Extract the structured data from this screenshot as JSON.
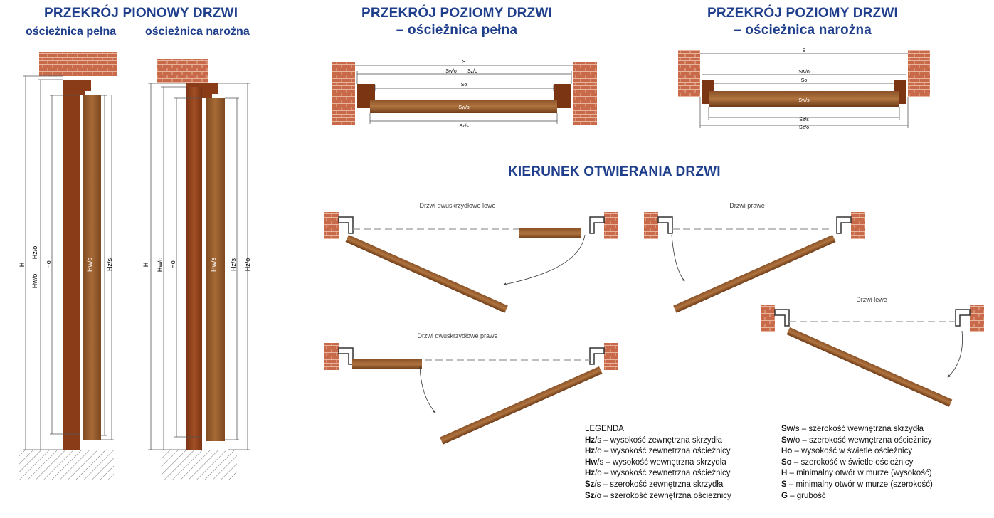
{
  "vertical": {
    "title": "PRZEKRÓJ PIONOWY DRZWI",
    "sub_full": "ościeżnica pełna",
    "sub_corner": "ościeżnica narożna",
    "full_labels": {
      "H": "H",
      "hzo": "Hz/o",
      "hwo": "Hw/o",
      "ho": "Ho",
      "hws": "Hw/s",
      "hzs": "Hz/s"
    },
    "corner_labels": {
      "H": "H",
      "hwo": "Hw/o",
      "ho": "Ho",
      "hws": "Hw/s",
      "hzs": "Hz/s",
      "hzo": "Hz/o"
    }
  },
  "horizontal_full": {
    "title_line1": "PRZEKRÓJ POZIOMY DRZWI",
    "title_line2": "– ościeżnica pełna",
    "labels": {
      "s": "S",
      "swo": "Sw/o",
      "szo": "Sz/o",
      "so": "So",
      "sws": "Sw/s",
      "szs": "Sz/s"
    }
  },
  "horizontal_corner": {
    "title_line1": "PRZEKRÓJ POZIOMY DRZWI",
    "title_line2": "– ościeżnica narożna",
    "labels": {
      "s": "S",
      "swo": "Sw/o",
      "so": "So",
      "sws": "Sw/s",
      "szs": "Sz/s",
      "szo": "Sz/o"
    }
  },
  "opening": {
    "title": "KIERUNEK OTWIERANIA DRZWI",
    "double_left": "Drzwi dwuskrzydłowe lewe",
    "right": "Drzwi prawe",
    "left": "Drzwi lewe",
    "double_right": "Drzwi dwuskrzydłowe prawe"
  },
  "legend": {
    "heading": "LEGENDA",
    "left": [
      {
        "b": "Hz",
        "r": "/s – wysokość zewnętrzna skrzydła"
      },
      {
        "b": "Hz",
        "r": "/o – wysokość zewnętrzna ościeżnicy"
      },
      {
        "b": "Hw",
        "r": "/s – wysokość wewnętrzna skrzydła"
      },
      {
        "b": "Hz",
        "r": "/o – wysokość zewnętrzna ościeżnicy"
      },
      {
        "b": "Sz",
        "r": "/s  – szerokość zewnętrzna skrzydła"
      },
      {
        "b": "Sz",
        "r": "/o – szerokość zewnętrzna ościeżnicy"
      }
    ],
    "right": [
      {
        "b": "Sw",
        "r": "/s – szerokość wewnętrzna skrzydła"
      },
      {
        "b": "Sw",
        "r": "/o – szerokość wewnętrzna ościeżnicy"
      },
      {
        "b": "Ho",
        "r": " – wysokość w świetle ościeżnicy"
      },
      {
        "b": "So",
        "r": " – szerokość w świetle ościeżnicy"
      },
      {
        "b": "H",
        "r": " – minimalny otwór w murze (wysokość)"
      },
      {
        "b": "S",
        "r": " – minimalny otwór w murze (szerokość)"
      },
      {
        "b": "G",
        "r": " – grubość"
      }
    ]
  },
  "colors": {
    "title": "#1f3e8c",
    "wood": "#9c4a21",
    "wood_light": "#a0622f",
    "brick": "#c46a4c"
  }
}
